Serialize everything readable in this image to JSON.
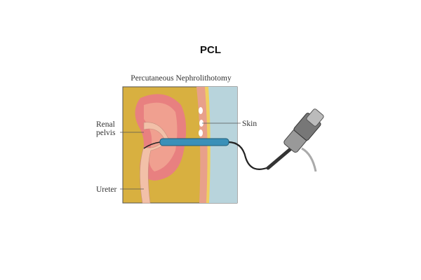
{
  "slide": {
    "title": "PCL"
  },
  "illustration": {
    "heading": "Percutaneous Nephrolithotomy",
    "labels": {
      "renal": "Renal",
      "pelvis": "pelvis",
      "skin": "Skin",
      "ureter": "Ureter"
    }
  }
}
